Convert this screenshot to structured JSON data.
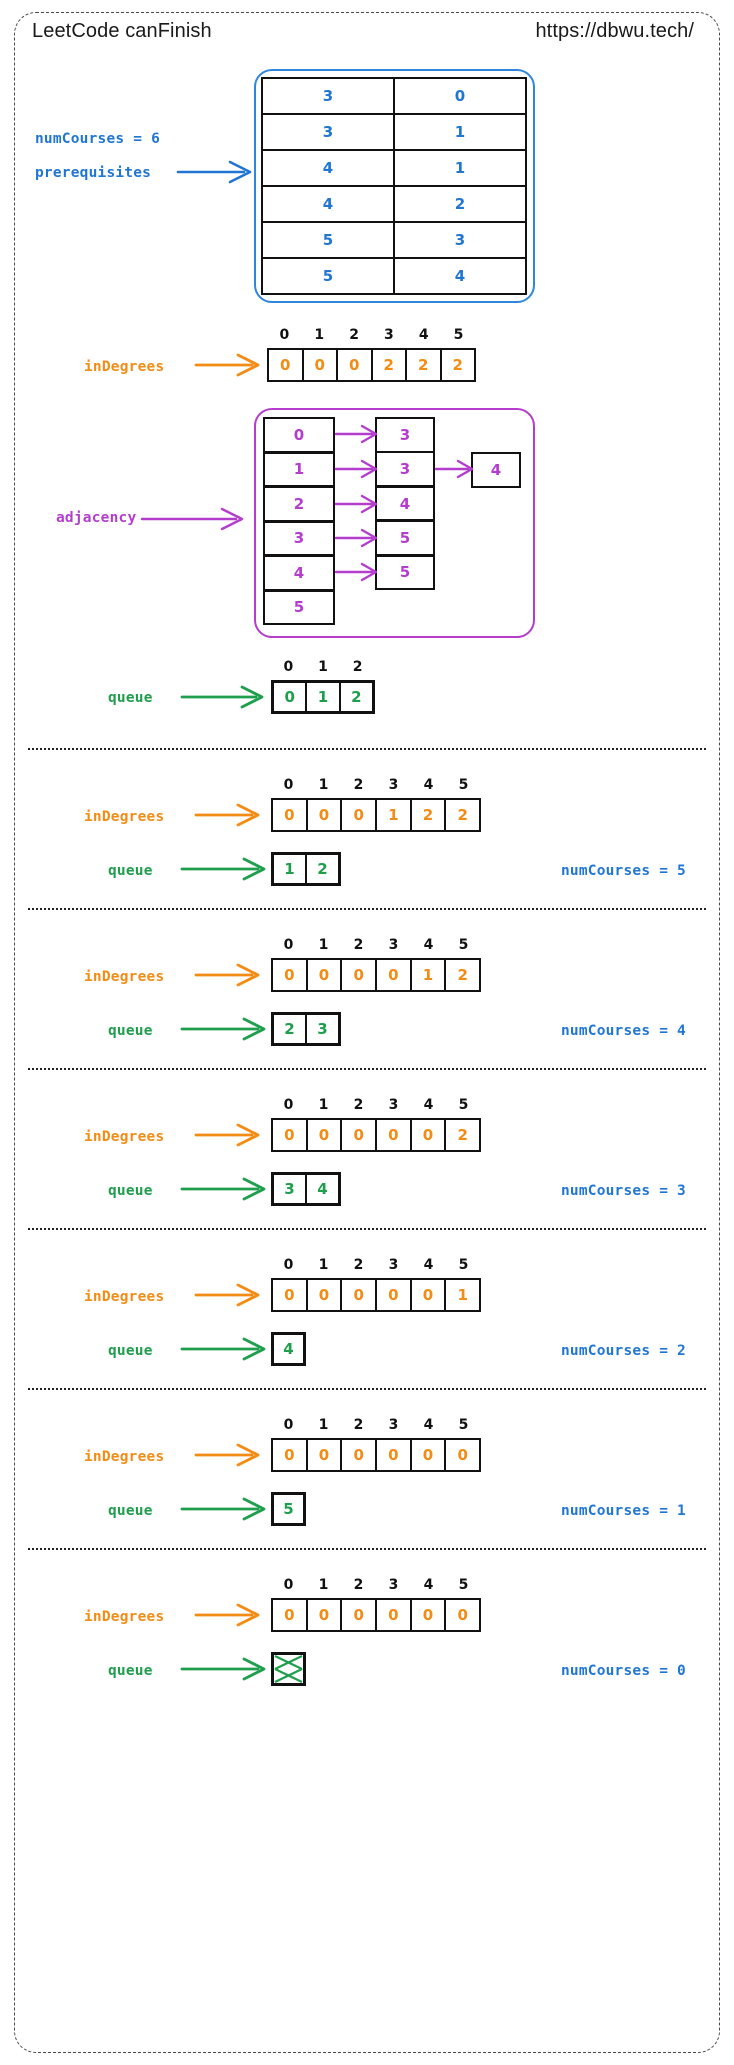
{
  "header": {
    "title": "LeetCode canFinish",
    "url": "https://dbwu.tech/"
  },
  "labels": {
    "numCourses_initial": "numCourses = 6",
    "prerequisites": "prerequisites",
    "inDegrees": "inDegrees",
    "adjacency": "adjacency",
    "queue": "queue"
  },
  "colors": {
    "blue": "#2176d2",
    "orange": "#f28c15",
    "purple": "#b43dcd",
    "green": "#1f9e4d",
    "black": "#111111"
  },
  "prerequisites": {
    "rows": [
      [
        "3",
        "0"
      ],
      [
        "3",
        "1"
      ],
      [
        "4",
        "1"
      ],
      [
        "4",
        "2"
      ],
      [
        "5",
        "3"
      ],
      [
        "5",
        "4"
      ]
    ]
  },
  "initial_inDegrees": {
    "indices": [
      "0",
      "1",
      "2",
      "3",
      "4",
      "5"
    ],
    "values": [
      "0",
      "0",
      "0",
      "2",
      "2",
      "2"
    ]
  },
  "adjacency": {
    "left": [
      "0",
      "1",
      "2",
      "3",
      "4",
      "5"
    ],
    "middle": [
      "3",
      "3",
      "4",
      "5",
      "5"
    ],
    "right": [
      "4"
    ]
  },
  "initial_queue": {
    "indices": [
      "0",
      "1",
      "2"
    ],
    "values": [
      "0",
      "1",
      "2"
    ]
  },
  "steps": [
    {
      "inDegrees_indices": [
        "0",
        "1",
        "2",
        "3",
        "4",
        "5"
      ],
      "inDegrees": [
        "0",
        "0",
        "0",
        "1",
        "2",
        "2"
      ],
      "queue": [
        "1",
        "2"
      ],
      "numCourses": "numCourses = 5"
    },
    {
      "inDegrees_indices": [
        "0",
        "1",
        "2",
        "3",
        "4",
        "5"
      ],
      "inDegrees": [
        "0",
        "0",
        "0",
        "0",
        "1",
        "2"
      ],
      "queue": [
        "2",
        "3"
      ],
      "numCourses": "numCourses = 4"
    },
    {
      "inDegrees_indices": [
        "0",
        "1",
        "2",
        "3",
        "4",
        "5"
      ],
      "inDegrees": [
        "0",
        "0",
        "0",
        "0",
        "0",
        "2"
      ],
      "queue": [
        "3",
        "4"
      ],
      "numCourses": "numCourses = 3"
    },
    {
      "inDegrees_indices": [
        "0",
        "1",
        "2",
        "3",
        "4",
        "5"
      ],
      "inDegrees": [
        "0",
        "0",
        "0",
        "0",
        "0",
        "1"
      ],
      "queue": [
        "4"
      ],
      "numCourses": "numCourses = 2"
    },
    {
      "inDegrees_indices": [
        "0",
        "1",
        "2",
        "3",
        "4",
        "5"
      ],
      "inDegrees": [
        "0",
        "0",
        "0",
        "0",
        "0",
        "0"
      ],
      "queue": [
        "5"
      ],
      "numCourses": "numCourses = 1"
    },
    {
      "inDegrees_indices": [
        "0",
        "1",
        "2",
        "3",
        "4",
        "5"
      ],
      "inDegrees": [
        "0",
        "0",
        "0",
        "0",
        "0",
        "0"
      ],
      "queue": [],
      "queue_empty": true,
      "numCourses": "numCourses = 0"
    }
  ]
}
